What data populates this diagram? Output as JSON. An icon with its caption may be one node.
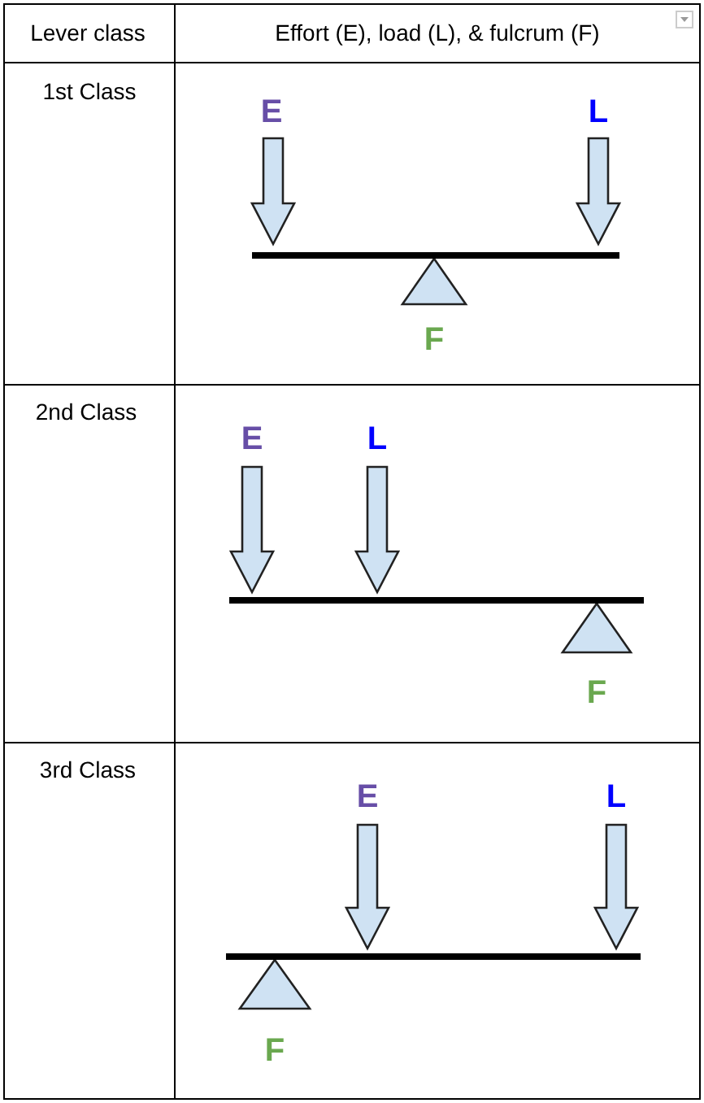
{
  "diagram": {
    "labels": [
      "Lever class",
      "Effort (E), load (L), & fulcrum (F)",
      "1st Class",
      "E",
      "L",
      "F",
      "2nd Class",
      "E",
      "L",
      "F",
      "3rd Class",
      "E",
      "L",
      "F"
    ]
  }
}
